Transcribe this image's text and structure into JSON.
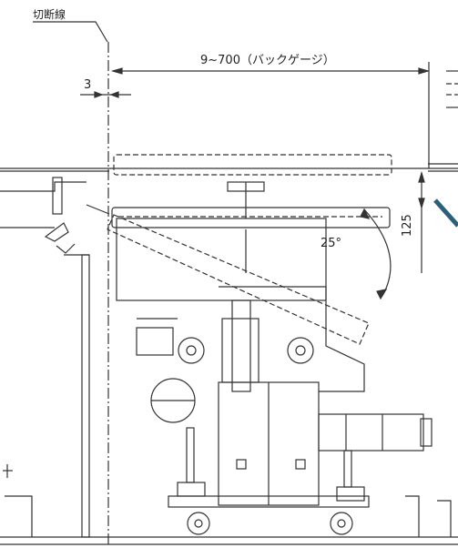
{
  "labels": {
    "cut_line": "切断線",
    "back_gauge": "9~700（バックゲージ）",
    "offset": "3",
    "angle": "25°",
    "height": "125"
  },
  "colors": {
    "line": "#333333",
    "accent": "#2b5f7a"
  }
}
